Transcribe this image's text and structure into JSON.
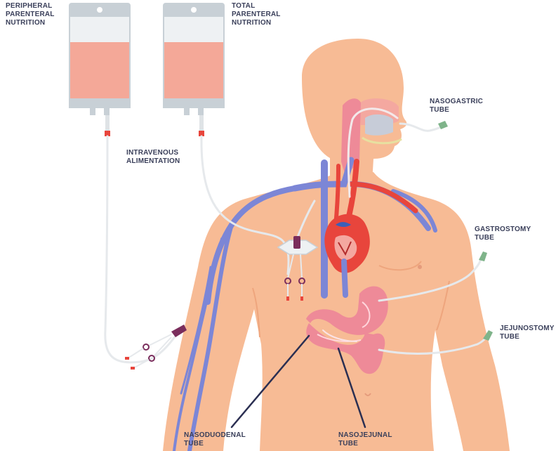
{
  "labels": {
    "peripheral": [
      "PERIPHERAL",
      "PARENTERAL",
      "NUTRITION"
    ],
    "total": [
      "TOTAL",
      "PARENTERAL",
      "NUTRITION"
    ],
    "intravenous": [
      "INTRAVENOUS",
      "ALIMENTATION"
    ],
    "nasogastric": [
      "NASOGASTRIC",
      "TUBE"
    ],
    "gastrostomy": [
      "GASTROSTOMY",
      "TUBE"
    ],
    "jejunostomy": [
      "JEJUNOSTOMY",
      "TUBE"
    ],
    "nasoduodenal": [
      "NASODUODENAL",
      "TUBE"
    ],
    "nasojejunal": [
      "NASOJEJUNAL",
      "TUBE"
    ]
  },
  "colors": {
    "skin": "#f7bb95",
    "skin_shade": "#eea57d",
    "bag_frame": "#c8d0d6",
    "bag_fill": "#f4a898",
    "vein": "#7c86d6",
    "artery": "#e8453c",
    "stomach": "#ee8a98",
    "tube": "#e6e9ec",
    "clip": "#7a2d5c",
    "leader_line": "#2b2f52",
    "tube_tip": "#7fb48a"
  }
}
